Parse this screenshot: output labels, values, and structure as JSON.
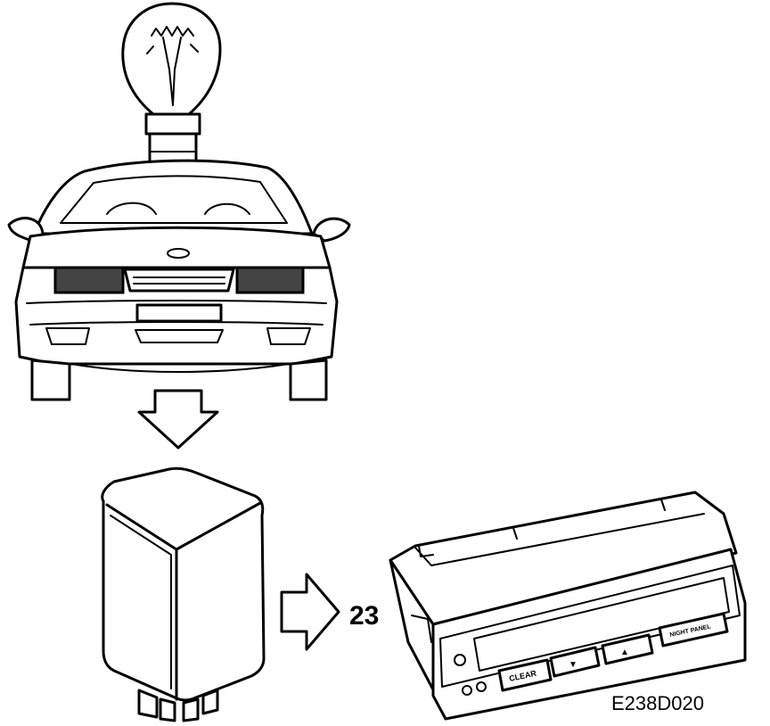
{
  "figure_code": "E238D020",
  "step_number": "23",
  "panel_buttons": {
    "clear": "CLEAR",
    "down_arrow": "▼",
    "up_arrow": "▲",
    "night_panel": "NIGHT PANEL"
  },
  "colors": {
    "ink": "#000000",
    "paper": "#ffffff",
    "lamp_hatch": "#444444"
  }
}
